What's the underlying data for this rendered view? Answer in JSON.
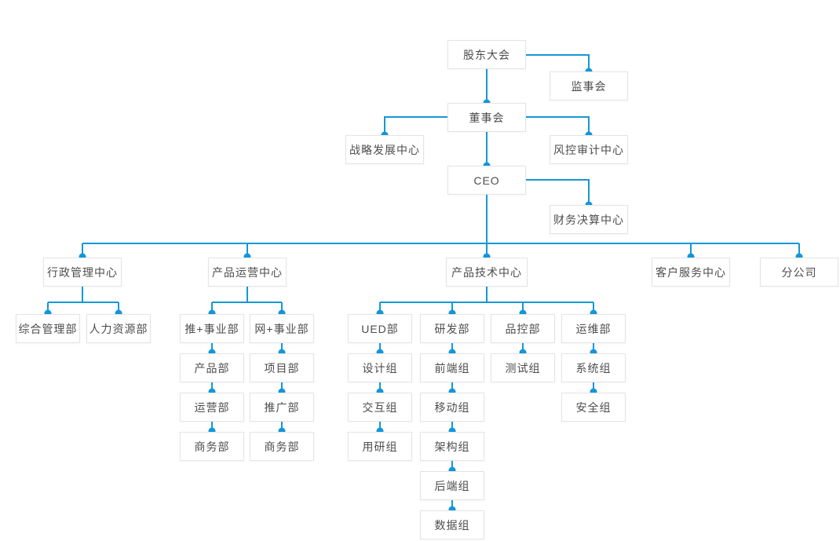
{
  "diagram": {
    "type": "org-chart",
    "background_color": "#ffffff",
    "line_color": "#1598d6",
    "dot_color": "#1296db",
    "node_border_color": "#e4e4e4",
    "node_text_color": "#4d4d4d",
    "nodes": {
      "shareholders_meeting": {
        "label": "股东大会",
        "parent": null
      },
      "supervisory_board": {
        "label": "监事会",
        "parent": "shareholders_meeting"
      },
      "board_of_directors": {
        "label": "董事会",
        "parent": "shareholders_meeting"
      },
      "strategy_center": {
        "label": "战略发展中心",
        "parent": "board_of_directors"
      },
      "risk_audit_center": {
        "label": "风控审计中心",
        "parent": "board_of_directors"
      },
      "ceo": {
        "label": "CEO",
        "parent": "board_of_directors"
      },
      "finance_center": {
        "label": "财务决算中心",
        "parent": "ceo"
      },
      "admin_center": {
        "label": "行政管理中心",
        "parent": "ceo"
      },
      "general_mgmt_dept": {
        "label": "综合管理部",
        "parent": "admin_center"
      },
      "hr_dept": {
        "label": "人力资源部",
        "parent": "admin_center"
      },
      "product_ops_center": {
        "label": "产品运营中心",
        "parent": "ceo"
      },
      "tui_business_dept": {
        "label": "推+事业部",
        "parent": "product_ops_center"
      },
      "product_dept": {
        "label": "产品部",
        "parent": "tui_business_dept"
      },
      "operations_dept": {
        "label": "运营部",
        "parent": "product_dept"
      },
      "business_dept_tui": {
        "label": "商务部",
        "parent": "operations_dept"
      },
      "wang_business_dept": {
        "label": "网+事业部",
        "parent": "product_ops_center"
      },
      "project_dept": {
        "label": "项目部",
        "parent": "wang_business_dept"
      },
      "promotion_dept": {
        "label": "推广部",
        "parent": "project_dept"
      },
      "business_dept_wang": {
        "label": "商务部",
        "parent": "promotion_dept"
      },
      "product_tech_center": {
        "label": "产品技术中心",
        "parent": "ceo"
      },
      "ued_dept": {
        "label": "UED部",
        "parent": "product_tech_center"
      },
      "design_group": {
        "label": "设计组",
        "parent": "ued_dept"
      },
      "interaction_group": {
        "label": "交互组",
        "parent": "design_group"
      },
      "user_research_group": {
        "label": "用研组",
        "parent": "interaction_group"
      },
      "rd_dept": {
        "label": "研发部",
        "parent": "product_tech_center"
      },
      "frontend_group": {
        "label": "前端组",
        "parent": "rd_dept"
      },
      "mobile_group": {
        "label": "移动组",
        "parent": "frontend_group"
      },
      "architecture_group": {
        "label": "架构组",
        "parent": "mobile_group"
      },
      "backend_group": {
        "label": "后端组",
        "parent": "architecture_group"
      },
      "data_group": {
        "label": "数据组",
        "parent": "backend_group"
      },
      "qc_dept": {
        "label": "品控部",
        "parent": "product_tech_center"
      },
      "testing_group": {
        "label": "测试组",
        "parent": "qc_dept"
      },
      "ops_maintenance_dept": {
        "label": "运维部",
        "parent": "product_tech_center"
      },
      "system_group": {
        "label": "系统组",
        "parent": "ops_maintenance_dept"
      },
      "security_group": {
        "label": "安全组",
        "parent": "system_group"
      },
      "customer_service_center": {
        "label": "客户服务中心",
        "parent": "ceo"
      },
      "branch_company": {
        "label": "分公司",
        "parent": "ceo"
      }
    }
  }
}
